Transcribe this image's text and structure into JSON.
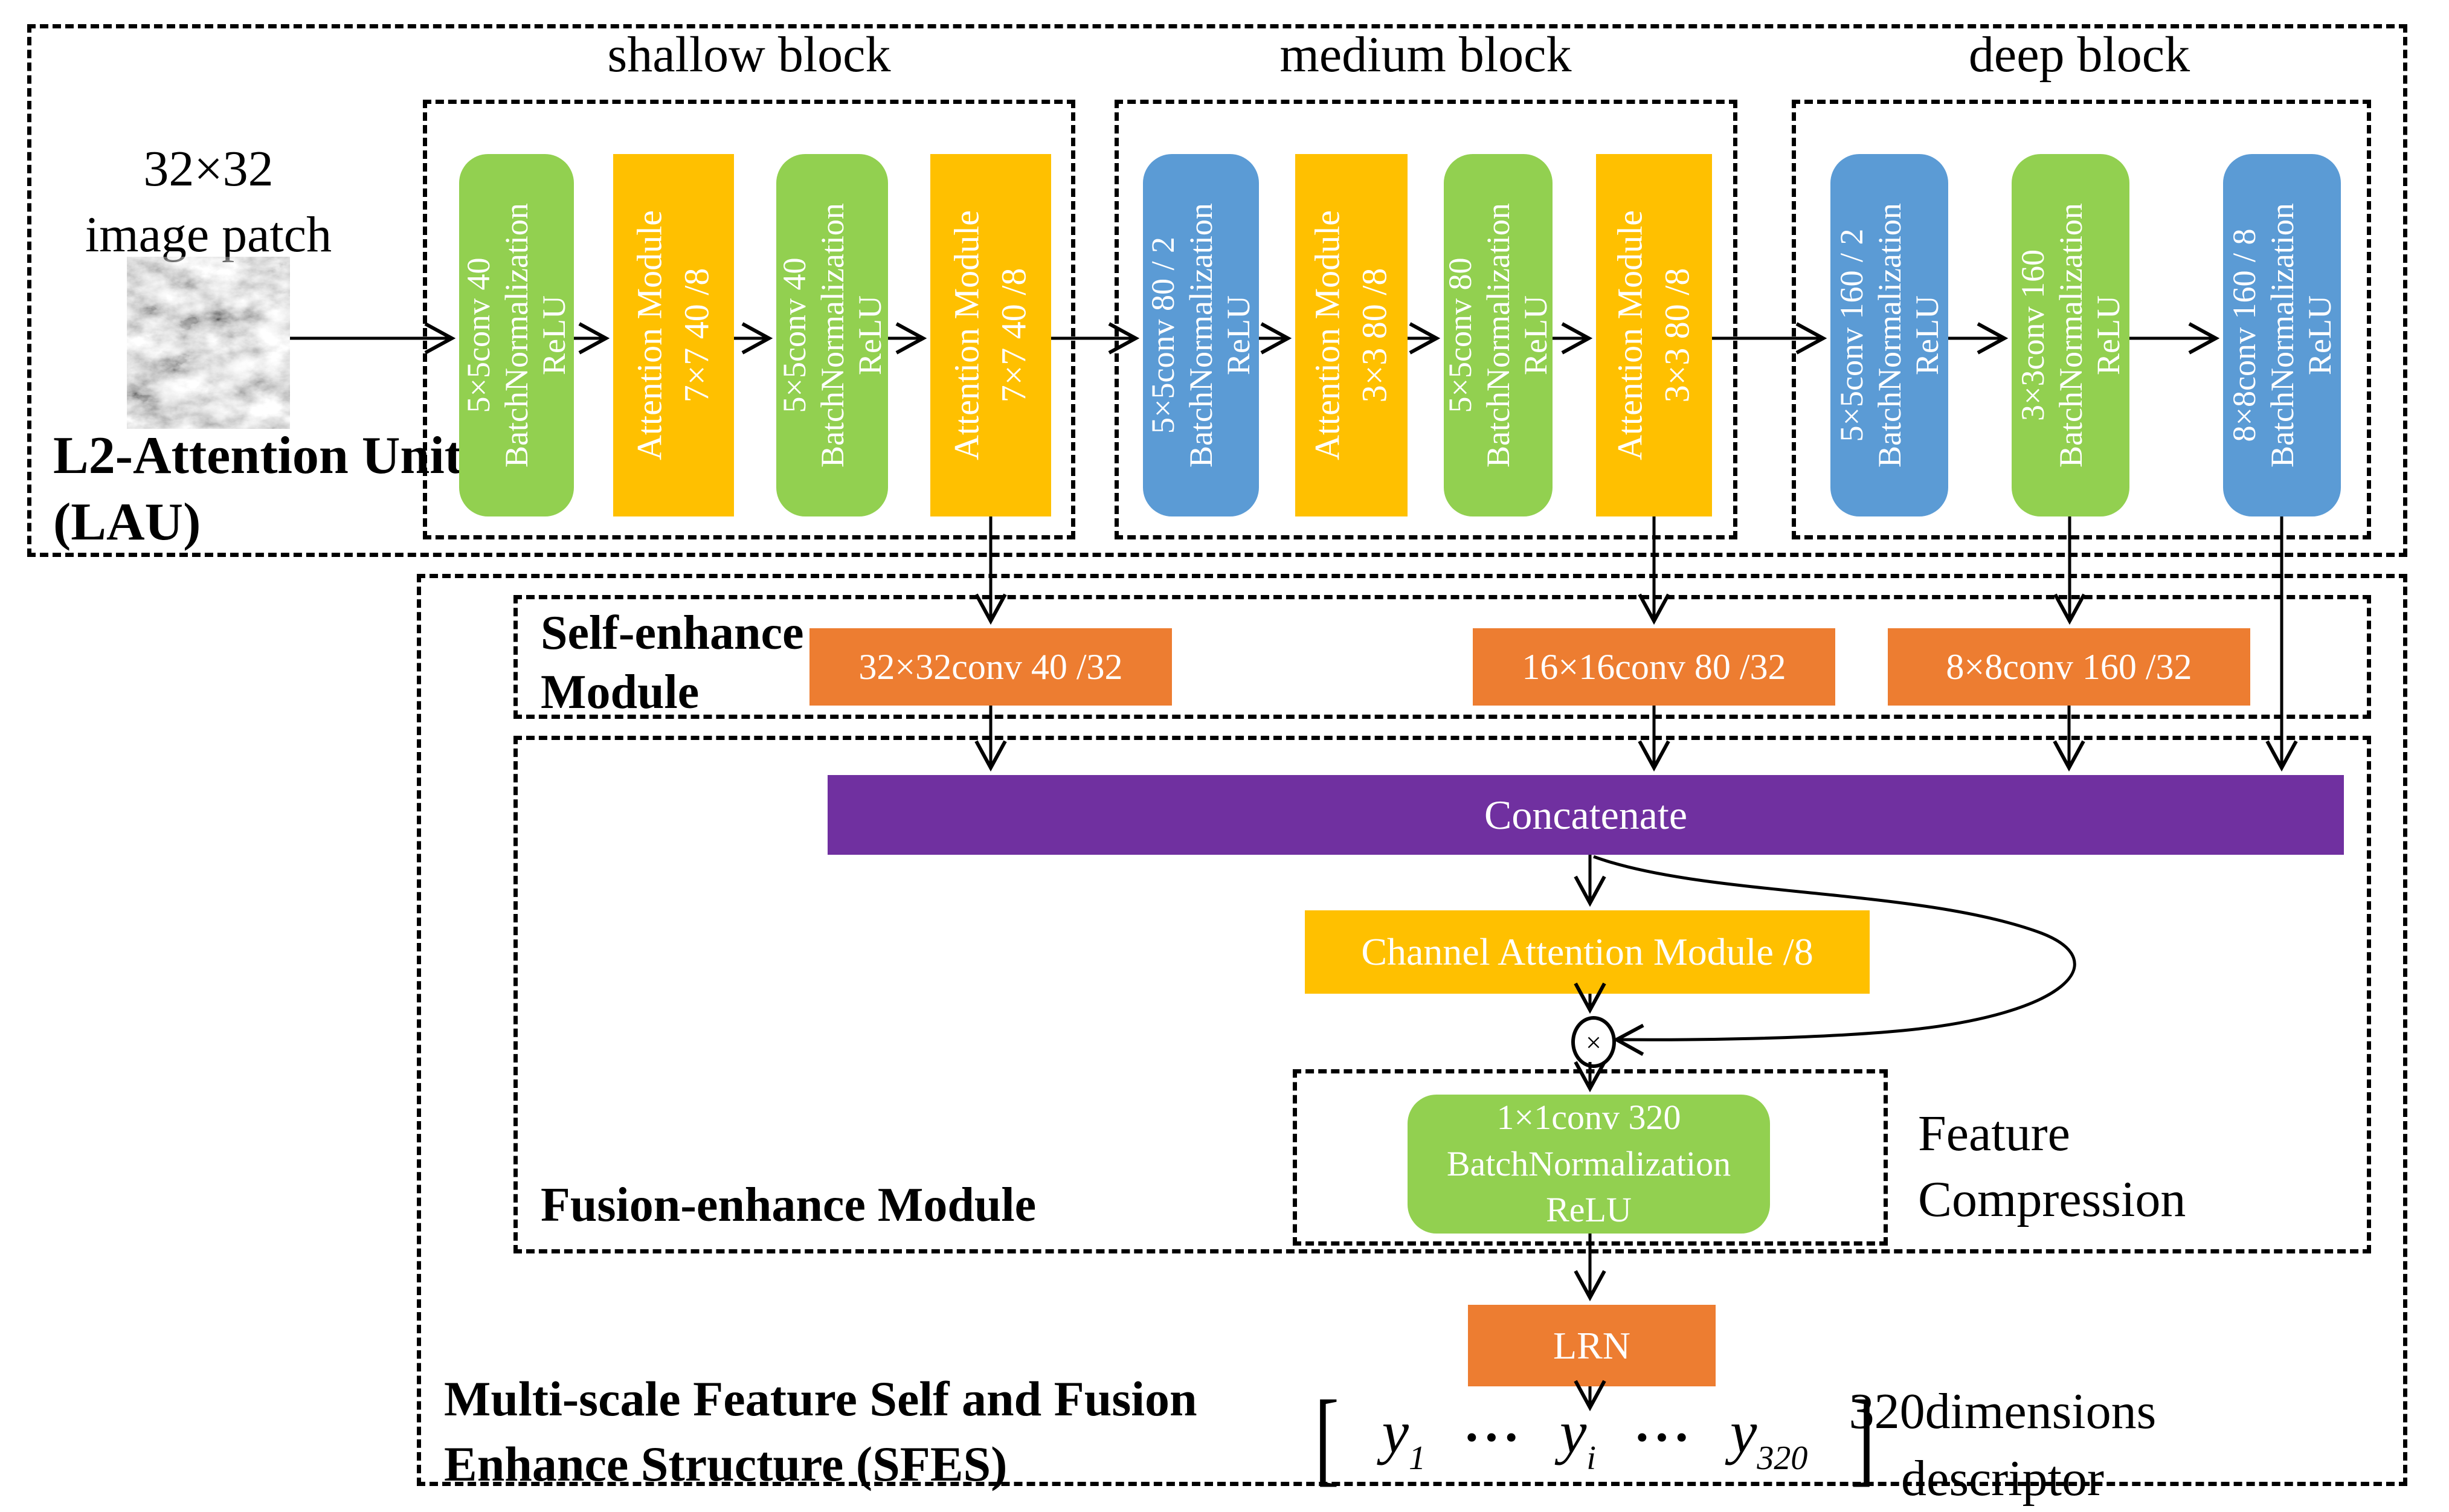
{
  "colors": {
    "conv_green": "#92D050",
    "attention_gold": "#FFC000",
    "conv_blue": "#5B9BD5",
    "accent_orange": "#ED7D31",
    "concat_purple": "#7030A0"
  },
  "lau": {
    "input_label": [
      "32×32",
      "image patch"
    ],
    "title": [
      "L2-Attention Unit",
      "(LAU)"
    ],
    "sections": [
      {
        "label": "shallow block",
        "blocks": [
          [
            "5×5conv 40",
            "BatchNormalization",
            "ReLU"
          ],
          [
            "Attention Module",
            "7×7 40 /8"
          ],
          [
            "5×5conv 40",
            "BatchNormalization",
            "ReLU"
          ],
          [
            "Attention Module",
            "7×7 40 /8"
          ]
        ]
      },
      {
        "label": "medium block",
        "blocks": [
          [
            "5×5conv 80 / 2",
            "BatchNormalization",
            "ReLU"
          ],
          [
            "Attention Module",
            "3×3 80 /8"
          ],
          [
            "5×5conv 80",
            "BatchNormalization",
            "ReLU"
          ],
          [
            "Attention Module",
            "3×3 80 /8"
          ]
        ]
      },
      {
        "label": "deep block",
        "blocks": [
          [
            "5×5conv 160 / 2",
            "BatchNormalization",
            "ReLU"
          ],
          [
            "3×3conv 160",
            "BatchNormalization",
            "ReLU"
          ],
          [
            "8×8conv 160 / 8",
            "BatchNormalization",
            "ReLU"
          ]
        ]
      }
    ]
  },
  "sfes": {
    "title": [
      "Multi-scale Feature Self and Fusion",
      "Enhance Structure (SFES)"
    ],
    "self_enhance": {
      "label": [
        "Self-enhance",
        "Module"
      ],
      "boxes": [
        "32×32conv 40 /32",
        "16×16conv 80 /32",
        "8×8conv 160 /32"
      ]
    },
    "fusion": {
      "label": "Fusion-enhance Module",
      "concatenate": "Concatenate",
      "channel_attention": "Channel Attention Module /8",
      "multiply": "×",
      "compress_block": [
        "1×1conv 320",
        "BatchNormalization",
        "ReLU"
      ],
      "compression_label": [
        "Feature",
        "Compression"
      ]
    },
    "lrn": "LRN",
    "descriptor": {
      "open": "[",
      "y": "y",
      "sub_1": "1",
      "dots": "···",
      "sub_i": "i",
      "sub_320": "320",
      "close": "]",
      "label": [
        "320dimensions",
        "descriptor"
      ]
    }
  }
}
